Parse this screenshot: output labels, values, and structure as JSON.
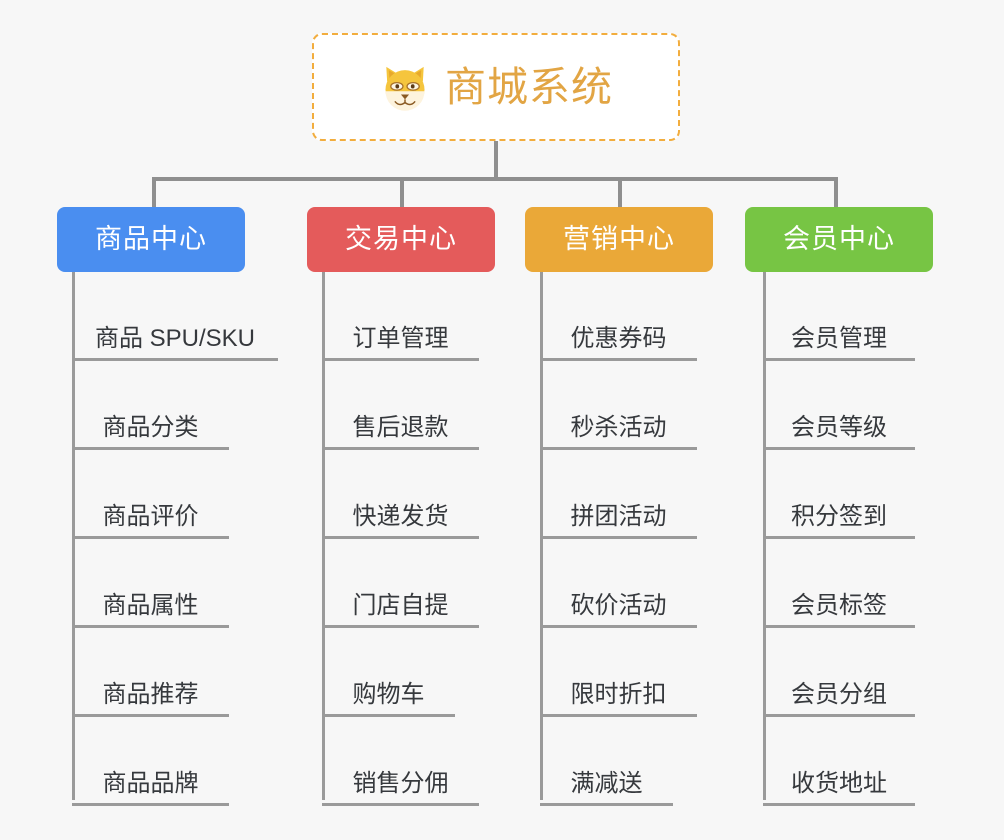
{
  "background_color": "#f7f7f7",
  "root": {
    "icon": "shiba-dog-face-emoji",
    "title": "商城系统",
    "text_color": "#e2a544",
    "border_color": "#f2ad3e"
  },
  "connector_color": "#8f8f8f",
  "columns": [
    {
      "name": "商品中心",
      "color": "#4a8ef0",
      "items": [
        "商品 SPU/SKU",
        "商品分类",
        "商品评价",
        "商品属性",
        "商品推荐",
        "商品品牌"
      ]
    },
    {
      "name": "交易中心",
      "color": "#e45b5b",
      "items": [
        "订单管理",
        "售后退款",
        "快递发货",
        "门店自提",
        "购物车",
        "销售分佣"
      ]
    },
    {
      "name": "营销中心",
      "color": "#eaa838",
      "items": [
        "优惠券码",
        "秒杀活动",
        "拼团活动",
        "砍价活动",
        "限时折扣",
        "满减送"
      ]
    },
    {
      "name": "会员中心",
      "color": "#77c544",
      "items": [
        "会员管理",
        "会员等级",
        "积分签到",
        "会员标签",
        "会员分组",
        "收货地址"
      ]
    }
  ]
}
